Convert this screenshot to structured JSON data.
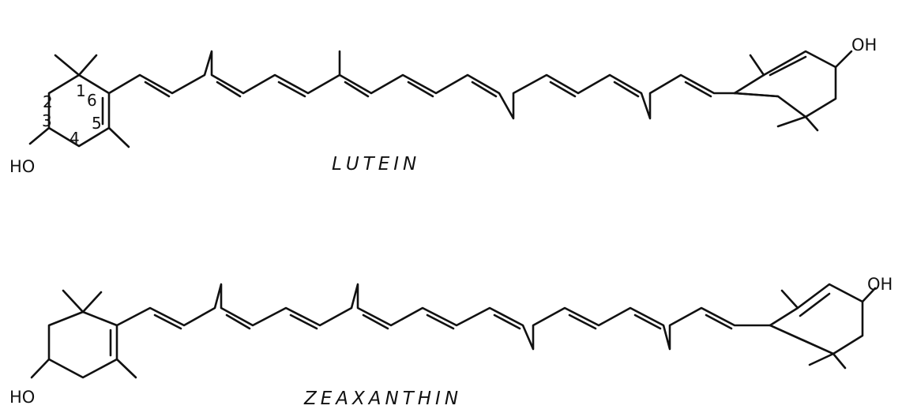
{
  "molecules": [
    {
      "name": "LUTEIN",
      "left_end_group": {
        "hydroxyl": "HO",
        "ring_numbers": [
          "1",
          "2",
          "3",
          "4",
          "5",
          "6"
        ]
      },
      "right_end_group": {
        "hydroxyl": "OH"
      }
    },
    {
      "name": "ZEAXANTHIN",
      "left_end_group": {
        "hydroxyl": "HO"
      },
      "right_end_group": {
        "hydroxyl": "OH"
      }
    }
  ]
}
